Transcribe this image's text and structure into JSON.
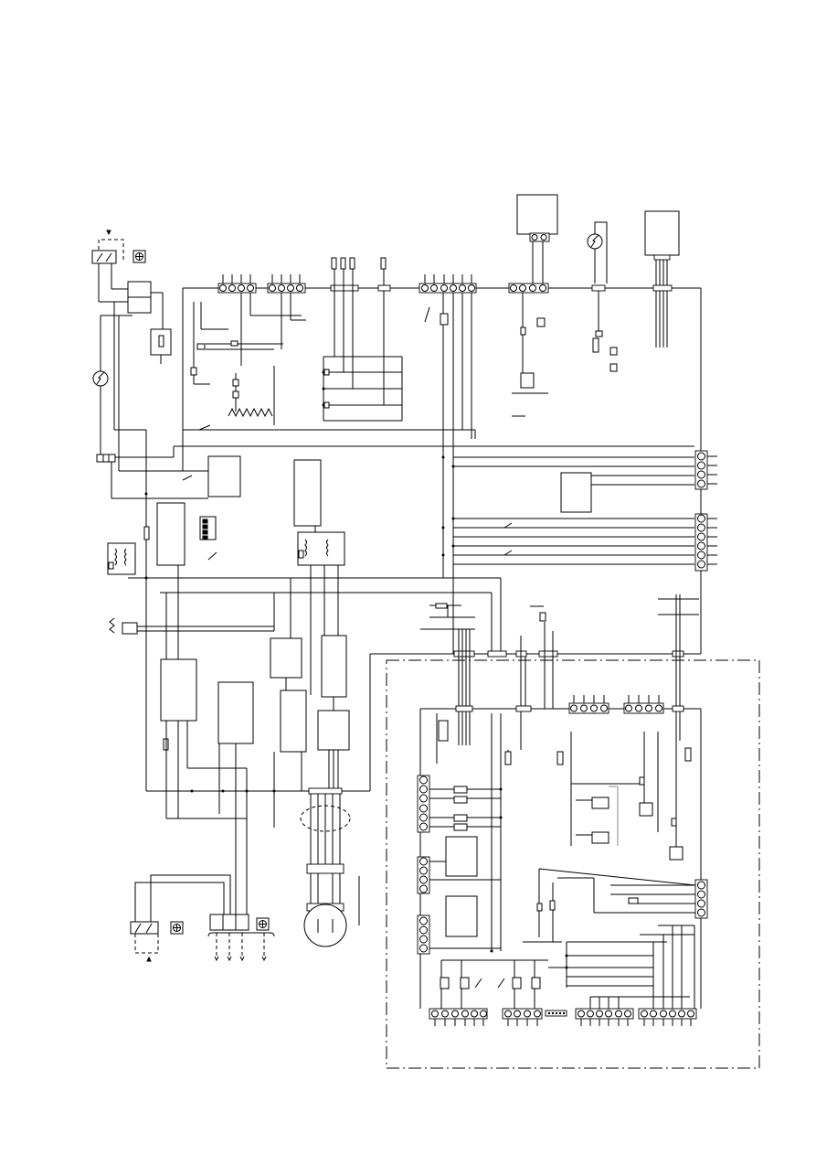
{
  "diagram": {
    "kind": "wiring-schematic",
    "line_color": "#000000",
    "background": "#ffffff",
    "symbols": [
      "fan-motor",
      "thermistor",
      "transformer",
      "dip-switch",
      "terminal-block",
      "fuse",
      "relay",
      "ground-symbol"
    ]
  }
}
